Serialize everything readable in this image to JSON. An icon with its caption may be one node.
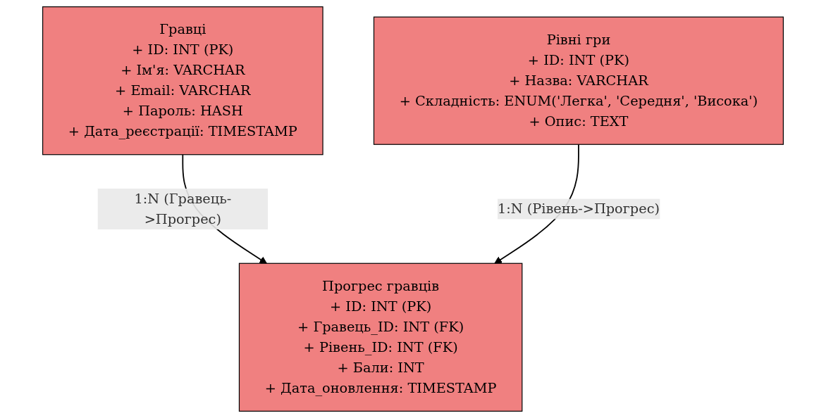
{
  "diagram": {
    "nodes": [
      {
        "text": [
          "Гравці",
          "+ ID: INT (PK)",
          "+ Ім'я: VARCHAR",
          "+ Email: VARCHAR",
          "+ Пароль: HASH",
          "+ Дата_реєстрації: TIMESTAMP"
        ]
      },
      {
        "text": [
          "Рівні гри",
          "+ ID: INT (PK)",
          "+ Назва: VARCHAR",
          "+ Складність: ENUM('Легка', 'Середня', 'Висока')",
          "+ Опис: TEXT"
        ]
      },
      {
        "text": [
          "Прогрес гравців",
          "+ ID: INT (PK)",
          "+ Гравець_ID: INT (FK)",
          "+ Рівень_ID: INT (FK)",
          "+ Бали: INT",
          "+ Дата_оновлення: TIMESTAMP"
        ]
      }
    ],
    "edges": [
      {
        "from": 0,
        "to": 2,
        "arrow": "to",
        "label": "1:N (Гравець->Прогрес)"
      },
      {
        "from": 1,
        "to": 2,
        "arrow": "to",
        "label": "1:N (Рівень->Прогрес)"
      }
    ]
  }
}
